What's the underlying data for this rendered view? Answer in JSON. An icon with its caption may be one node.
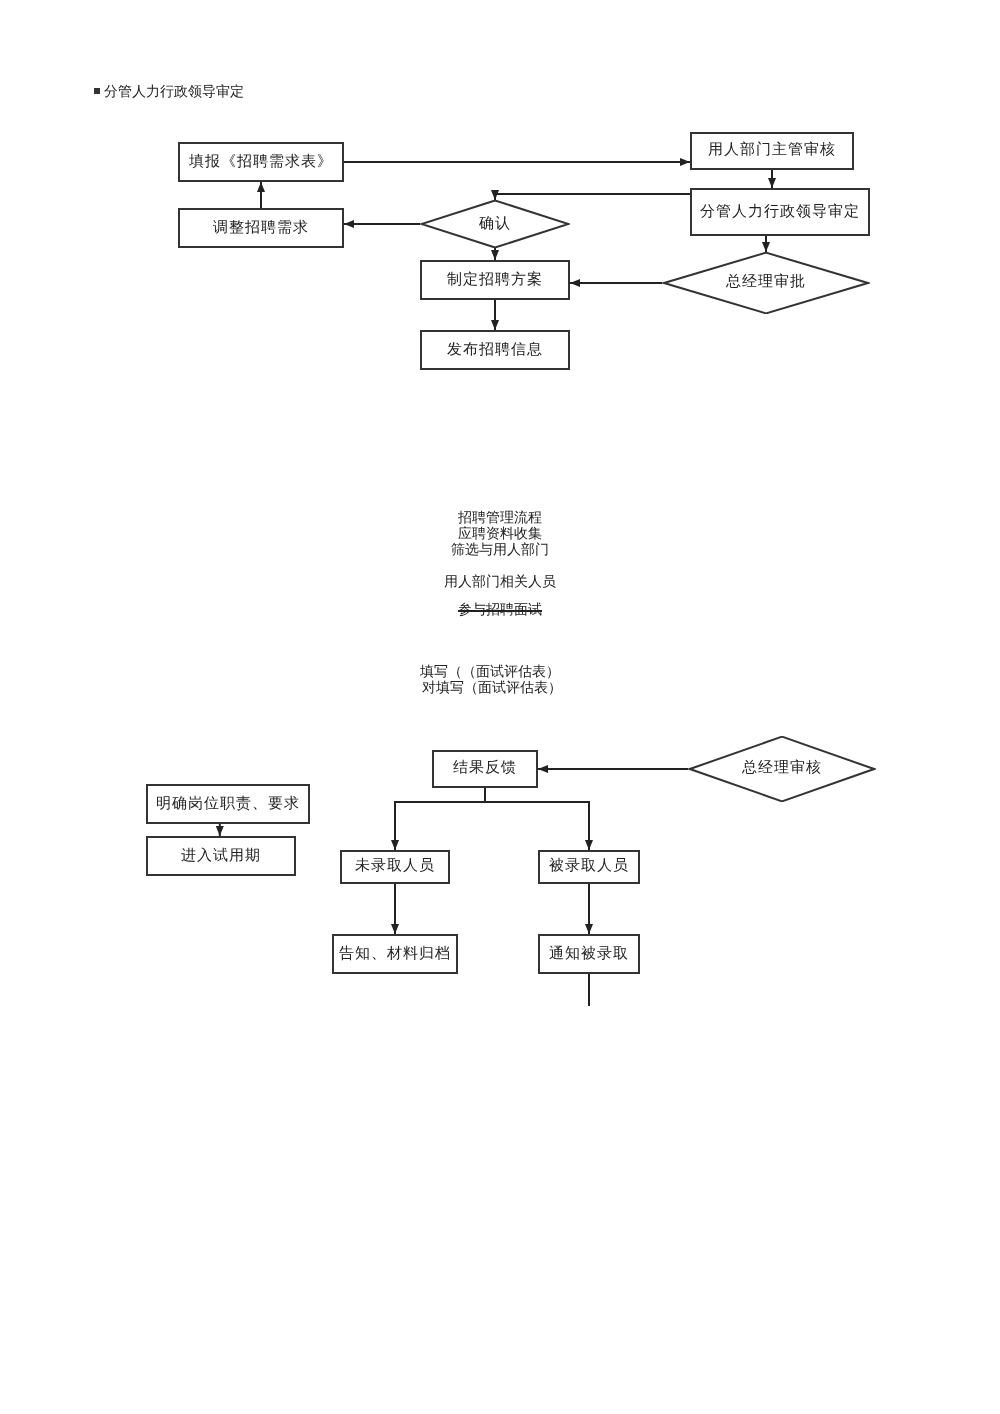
{
  "diagram": {
    "nodes": [
      {
        "text": [
          "填报《招聘需求表》"
        ]
      },
      {
        "text": [
          "用人部门主管审核"
        ]
      },
      {
        "text": [
          "分管人力行政领导审定"
        ]
      },
      {
        "text": [
          "调整招聘需求"
        ]
      },
      {
        "text": [
          "确认"
        ]
      },
      {
        "text": [
          "制定招聘方案"
        ]
      },
      {
        "text": [
          "总经理审批"
        ]
      },
      {
        "text": [
          "发布招聘信息"
        ]
      },
      {
        "text": [
          "结果反馈"
        ]
      },
      {
        "text": [
          "总经理审核"
        ]
      },
      {
        "text": [
          "明确岗位职责、要求"
        ]
      },
      {
        "text": [
          "进入试用期"
        ]
      },
      {
        "text": [
          "未录取人员"
        ]
      },
      {
        "text": [
          "被录取人员"
        ]
      },
      {
        "text": [
          "告知、材料归档"
        ]
      },
      {
        "text": [
          "通知被录取"
        ]
      }
    ],
    "edges": [
      {
        "from": 0,
        "to": 1,
        "arrow": "to"
      },
      {
        "from": 1,
        "to": 2,
        "arrow": "to"
      },
      {
        "from": 2,
        "to": 4,
        "arrow": "to"
      },
      {
        "from": 4,
        "to": 3,
        "arrow": "to"
      },
      {
        "from": 3,
        "to": 0,
        "arrow": "to"
      },
      {
        "from": 2,
        "to": 6,
        "arrow": "to"
      },
      {
        "from": 6,
        "to": 5,
        "arrow": "to"
      },
      {
        "from": 4,
        "to": 5,
        "arrow": "to"
      },
      {
        "from": 5,
        "to": 7,
        "arrow": "to"
      },
      {
        "from": 9,
        "to": 8,
        "arrow": "to"
      },
      {
        "from": 8,
        "to": 12,
        "arrow": "to"
      },
      {
        "from": 8,
        "to": 13,
        "arrow": "to"
      },
      {
        "from": 10,
        "to": 11,
        "arrow": "to"
      },
      {
        "from": 12,
        "to": 14,
        "arrow": "to"
      },
      {
        "from": 13,
        "to": 15,
        "arrow": "to"
      },
      {
        "from": 15,
        "to": null,
        "arrow": "none"
      }
    ],
    "labels": [
      "分管人力行政领导审定",
      "招聘管理流程",
      "应聘资料收集",
      "筛选与用人部门",
      "用人部门相关人员",
      "参与招聘面试",
      "填写（（面试评估表）",
      "对填写（面试评估表）"
    ]
  }
}
